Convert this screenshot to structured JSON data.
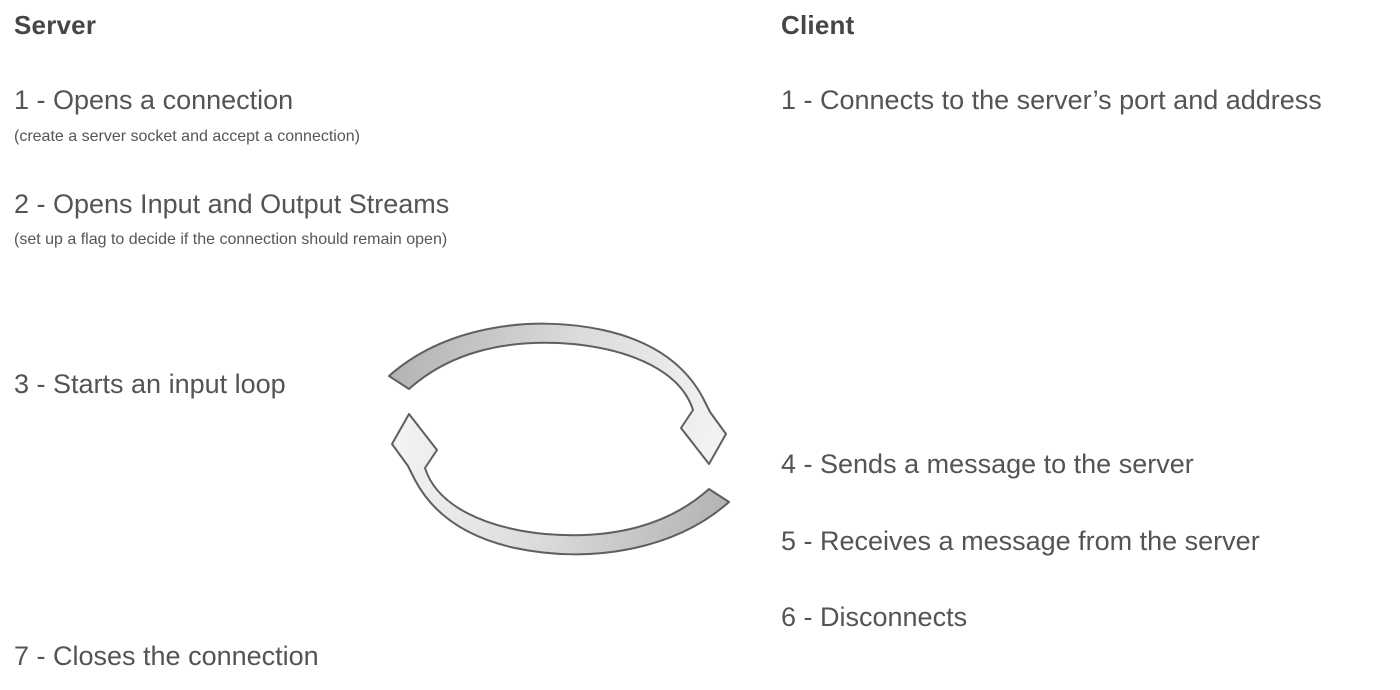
{
  "diagram": {
    "title_implied": "Server / Client socket communication steps",
    "server": {
      "title": "Server",
      "steps": [
        {
          "label": "1 - Opens a connection",
          "note": "(create a server socket and accept a connection)"
        },
        {
          "label": "2 - Opens Input and Output Streams",
          "note": "(set up a flag to decide if the connection should remain open)"
        },
        {
          "label": "3 - Starts an input loop"
        },
        {
          "label": "7 - Closes the connection"
        }
      ]
    },
    "client": {
      "title": "Client",
      "steps": [
        {
          "label": "1 - Connects to the server’s port and address"
        },
        {
          "label": "4 - Sends a message to the server"
        },
        {
          "label": "5 - Receives a message from the server"
        },
        {
          "label": "6 - Disconnects"
        }
      ]
    },
    "cycle": {
      "meaning": "message exchange loop between server and client",
      "direction": "clockwise",
      "arrow_tail_color": "#b3b3b3",
      "arrow_head_color": "#f2f2f2",
      "arrow_outline_color": "#5f5f5f"
    },
    "colors": {
      "heading_text": "#464646",
      "step_text": "#545454",
      "note_text": "#565656",
      "background": "#ffffff"
    }
  }
}
